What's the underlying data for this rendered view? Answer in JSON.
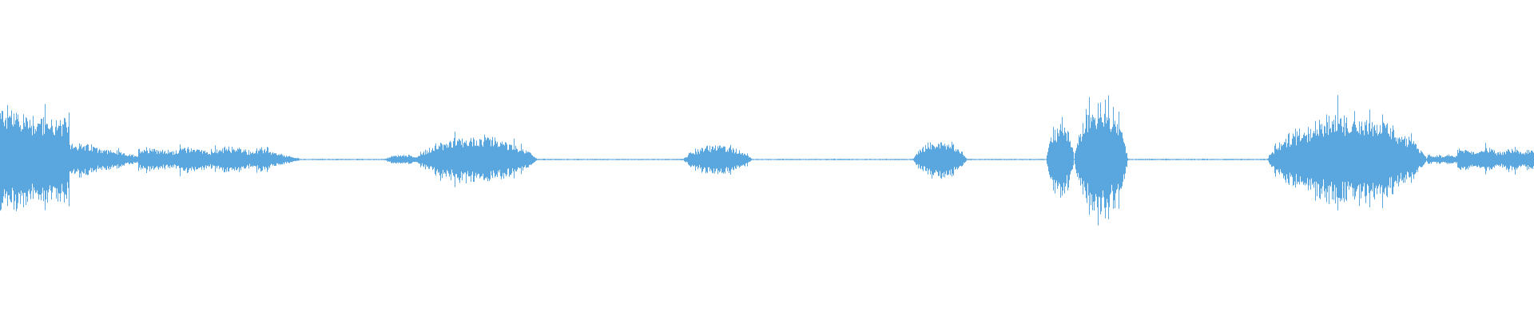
{
  "waveform": {
    "color": "#5aa7e0",
    "baseline_amplitude": 0.004,
    "segments": [
      {
        "start": 0.0,
        "end": 0.045,
        "amplitude": 0.33,
        "profile": "burst"
      },
      {
        "start": 0.045,
        "end": 0.09,
        "amplitude": 0.12,
        "profile": "decay"
      },
      {
        "start": 0.09,
        "end": 0.175,
        "amplitude": 0.08,
        "profile": "flat"
      },
      {
        "start": 0.175,
        "end": 0.195,
        "amplitude": 0.05,
        "profile": "decay"
      },
      {
        "start": 0.25,
        "end": 0.275,
        "amplitude": 0.03,
        "profile": "bump"
      },
      {
        "start": 0.27,
        "end": 0.35,
        "amplitude": 0.14,
        "profile": "bump"
      },
      {
        "start": 0.445,
        "end": 0.49,
        "amplitude": 0.09,
        "profile": "bump"
      },
      {
        "start": 0.595,
        "end": 0.63,
        "amplitude": 0.12,
        "profile": "bump"
      },
      {
        "start": 0.682,
        "end": 0.7,
        "amplitude": 0.24,
        "profile": "bump"
      },
      {
        "start": 0.7,
        "end": 0.735,
        "amplitude": 0.38,
        "profile": "bump"
      },
      {
        "start": 0.826,
        "end": 0.93,
        "amplitude": 0.28,
        "profile": "bump"
      },
      {
        "start": 0.93,
        "end": 0.95,
        "amplitude": 0.03,
        "profile": "flat"
      },
      {
        "start": 0.95,
        "end": 1.0,
        "amplitude": 0.07,
        "profile": "flat"
      }
    ]
  }
}
